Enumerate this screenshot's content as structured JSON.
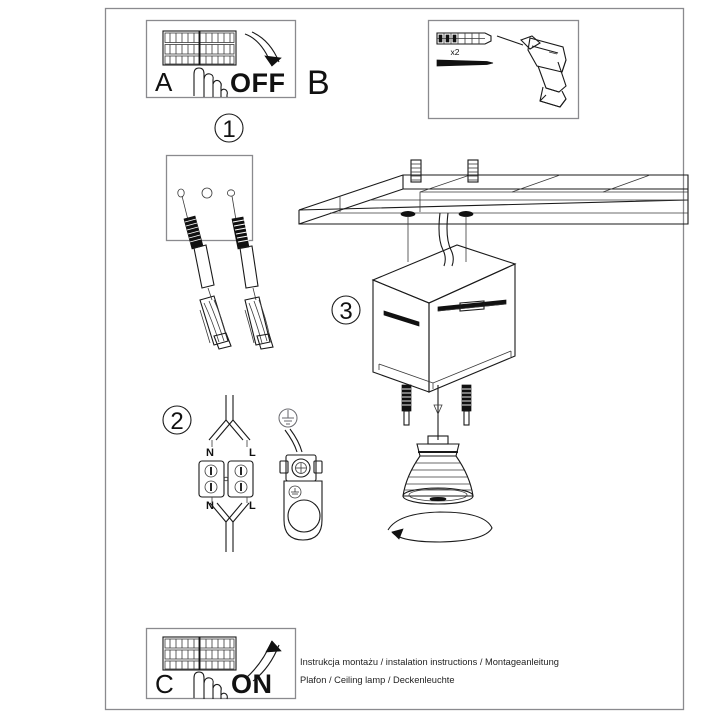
{
  "document": {
    "type": "installation-instructions",
    "product": "Ceiling lamp",
    "page_border_color": "#8a8a8e",
    "ink_color": "#111111"
  },
  "panels": {
    "power_off": {
      "letter": "A",
      "state_label": "OFF",
      "icon": "circuit-breaker-panel",
      "hand_icon": "hand-pointing",
      "arrow_direction": "down"
    },
    "tools": {
      "letter": "B",
      "quantity_label": "x2",
      "items": [
        "wall-plug-anchor",
        "screw",
        "power-drill"
      ]
    },
    "power_on": {
      "letter": "C",
      "state_label": "ON",
      "icon": "circuit-breaker-panel",
      "hand_icon": "hand-pointing",
      "arrow_direction": "up"
    }
  },
  "steps": [
    {
      "number": "1",
      "name": "mount-bracket-to-ceiling"
    },
    {
      "number": "2",
      "name": "connect-wiring-terminal-block"
    },
    {
      "number": "3",
      "name": "attach-lamp-body-and-bulb"
    }
  ],
  "wiring": {
    "neutral_label_top": "N",
    "live_label_top": "L",
    "neutral_label_bottom": "N",
    "live_label_bottom": "L",
    "earth_symbol": "earth-ground-symbol",
    "terminal_block": "screw-terminal-connector"
  },
  "footer": {
    "line1": "Instrukcja montażu / instalation instructions / Montageanleitung",
    "line2": "Plafon / Ceiling lamp / Deckenleuchte"
  }
}
